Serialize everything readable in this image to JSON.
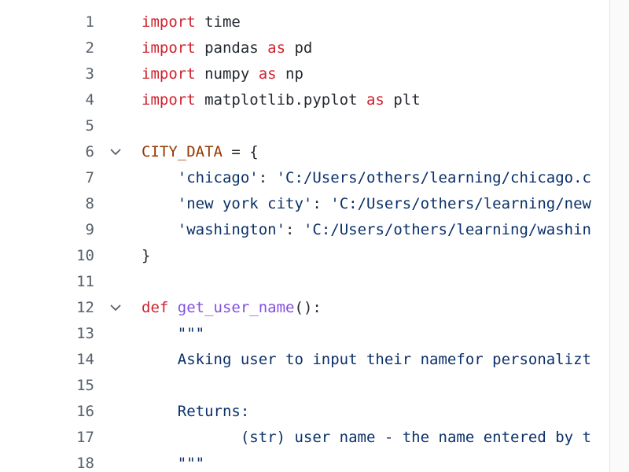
{
  "editor": {
    "lines": [
      {
        "number": "1",
        "foldable": false,
        "indent": "",
        "tokens": [
          {
            "t": "import",
            "c": "keyword"
          },
          {
            "t": " time",
            "c": "name"
          }
        ]
      },
      {
        "number": "2",
        "foldable": false,
        "indent": "",
        "tokens": [
          {
            "t": "import",
            "c": "keyword"
          },
          {
            "t": " pandas ",
            "c": "name"
          },
          {
            "t": "as",
            "c": "keyword"
          },
          {
            "t": " pd",
            "c": "name"
          }
        ]
      },
      {
        "number": "3",
        "foldable": false,
        "indent": "",
        "tokens": [
          {
            "t": "import",
            "c": "keyword"
          },
          {
            "t": " numpy ",
            "c": "name"
          },
          {
            "t": "as",
            "c": "keyword"
          },
          {
            "t": " np",
            "c": "name"
          }
        ]
      },
      {
        "number": "4",
        "foldable": false,
        "indent": "",
        "tokens": [
          {
            "t": "import",
            "c": "keyword"
          },
          {
            "t": " matplotlib.pyplot ",
            "c": "name"
          },
          {
            "t": "as",
            "c": "keyword"
          },
          {
            "t": " plt",
            "c": "name"
          }
        ]
      },
      {
        "number": "5",
        "foldable": false,
        "indent": "",
        "tokens": []
      },
      {
        "number": "6",
        "foldable": true,
        "indent": "",
        "tokens": [
          {
            "t": "CITY_DATA",
            "c": "const"
          },
          {
            "t": " = {",
            "c": "punc"
          }
        ]
      },
      {
        "number": "7",
        "foldable": false,
        "indent": "    ",
        "tokens": [
          {
            "t": "'chicago'",
            "c": "string"
          },
          {
            "t": ": ",
            "c": "punc"
          },
          {
            "t": "'C:/Users/others/learning/chicago.c",
            "c": "string"
          }
        ]
      },
      {
        "number": "8",
        "foldable": false,
        "indent": "    ",
        "tokens": [
          {
            "t": "'new york city'",
            "c": "string"
          },
          {
            "t": ": ",
            "c": "punc"
          },
          {
            "t": "'C:/Users/others/learning/new",
            "c": "string"
          }
        ]
      },
      {
        "number": "9",
        "foldable": false,
        "indent": "    ",
        "tokens": [
          {
            "t": "'washington'",
            "c": "string"
          },
          {
            "t": ": ",
            "c": "punc"
          },
          {
            "t": "'C:/Users/others/learning/washin",
            "c": "string"
          }
        ]
      },
      {
        "number": "10",
        "foldable": false,
        "indent": "",
        "tokens": [
          {
            "t": "}",
            "c": "punc"
          }
        ]
      },
      {
        "number": "11",
        "foldable": false,
        "indent": "",
        "tokens": []
      },
      {
        "number": "12",
        "foldable": true,
        "indent": "",
        "tokens": [
          {
            "t": "def",
            "c": "keyword"
          },
          {
            "t": " ",
            "c": "name"
          },
          {
            "t": "get_user_name",
            "c": "func"
          },
          {
            "t": "():",
            "c": "punc"
          }
        ]
      },
      {
        "number": "13",
        "foldable": false,
        "indent": "    ",
        "tokens": [
          {
            "t": "\"\"\"",
            "c": "string"
          }
        ]
      },
      {
        "number": "14",
        "foldable": false,
        "indent": "    ",
        "tokens": [
          {
            "t": "Asking user to input their namefor personalizt",
            "c": "string"
          }
        ]
      },
      {
        "number": "15",
        "foldable": false,
        "indent": "",
        "tokens": []
      },
      {
        "number": "16",
        "foldable": false,
        "indent": "    ",
        "tokens": [
          {
            "t": "Returns:",
            "c": "string"
          }
        ]
      },
      {
        "number": "17",
        "foldable": false,
        "indent": "           ",
        "tokens": [
          {
            "t": "(str) user name - the name entered by t",
            "c": "string"
          }
        ]
      },
      {
        "number": "18",
        "foldable": false,
        "indent": "    ",
        "tokens": [
          {
            "t": "\"\"\"",
            "c": "string"
          }
        ]
      }
    ]
  }
}
